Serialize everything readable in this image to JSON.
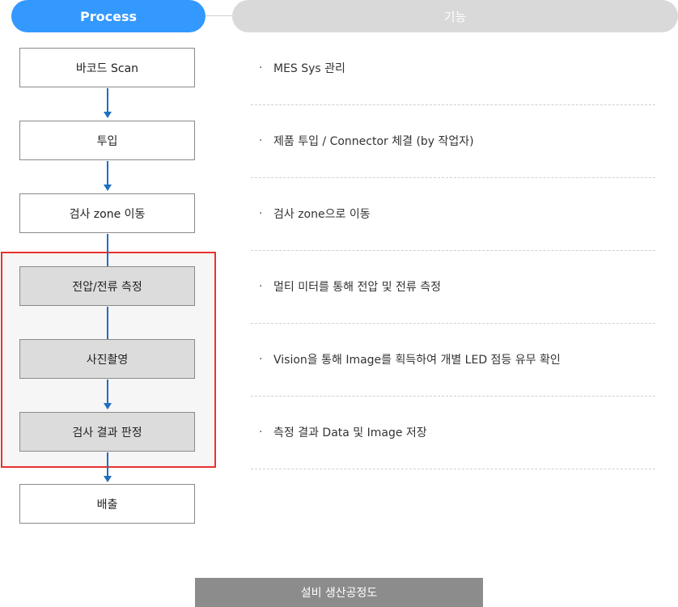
{
  "header": {
    "process_label": "Process",
    "function_label": "기능"
  },
  "steps": [
    {
      "label": "바코드 Scan",
      "feature": "MES Sys 관리"
    },
    {
      "label": "투입",
      "feature": "제품 투입 / Connector 체결 (by 작업자)"
    },
    {
      "label": "검사 zone 이동",
      "feature": "검사 zone으로 이동"
    },
    {
      "label": "전압/전류 측정",
      "feature": "멀티 미터를 통해 전압 및 전류 측정"
    },
    {
      "label": "사진촬영",
      "feature": "Vision을 통해 Image를 획득하여 개별 LED 점등 유무 확인"
    },
    {
      "label": "검사 결과 판정",
      "feature": "측정 결과 Data 및 Image 저장"
    },
    {
      "label": "배출"
    }
  ],
  "bullet_glyph": "·",
  "caption": "설비 생산공정도",
  "colors": {
    "process_header": "#3399ff",
    "function_header": "#d9d9d9",
    "arrow": "#1f6fc0",
    "highlight_border": "#e8322e",
    "caption_bg": "#8c8c8c"
  }
}
